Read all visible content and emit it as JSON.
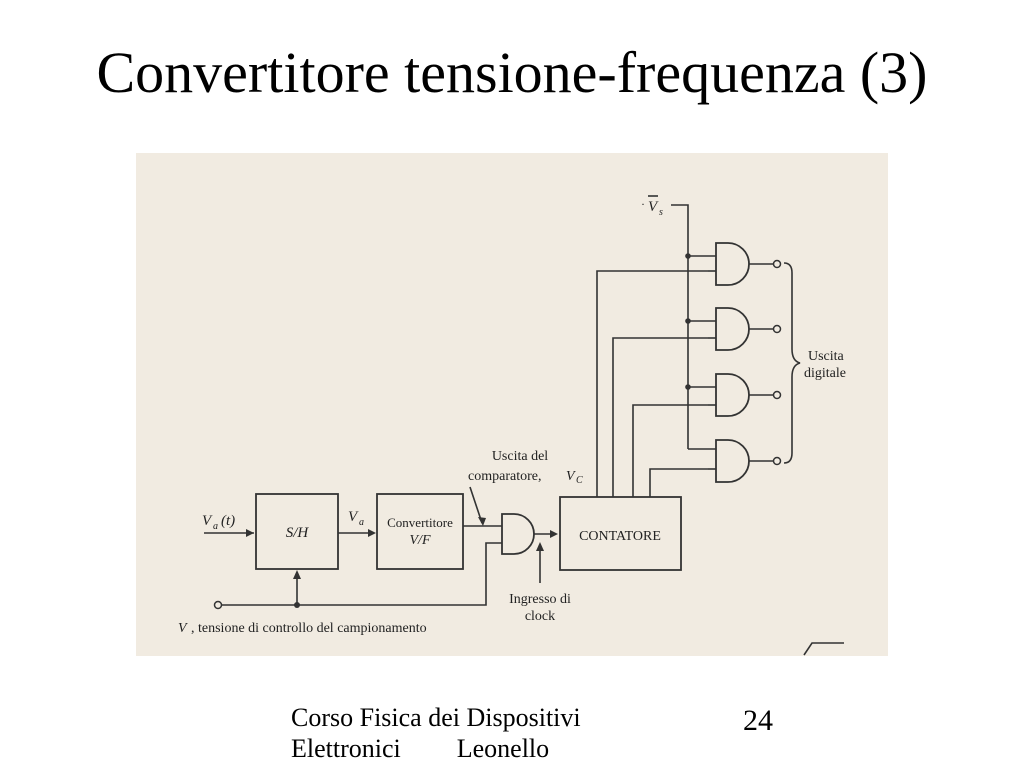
{
  "slide": {
    "title": "Convertitore tensione-frequenza (3)"
  },
  "diagram": {
    "blocks": {
      "sample_hold": "S/H",
      "converter_line1": "Convertitore",
      "converter_line2": "V/F",
      "counter": "CONTATORE"
    },
    "signals": {
      "input_v": "V",
      "input_sub": "a",
      "input_arg": "(t)",
      "va_v": "V",
      "va_sub": "a",
      "vs_v": "V",
      "vs_sub": "s",
      "vc_label_line1": "Uscita del",
      "vc_label_line2": "comparatore, ",
      "vc_symbol": "V",
      "vc_sub": "C",
      "clock_line1": "Ingresso  di",
      "clock_line2": "clock",
      "output_line1": "Uscita",
      "output_line2": "digitale",
      "control_symbol": "V",
      "control_text": ", tensione di controllo del campionamento"
    }
  },
  "footer": {
    "course_line1": "Corso Fisica dei Dispositivi",
    "course_line2": "Elettronici",
    "author": "Leonello",
    "page_number": "24"
  }
}
